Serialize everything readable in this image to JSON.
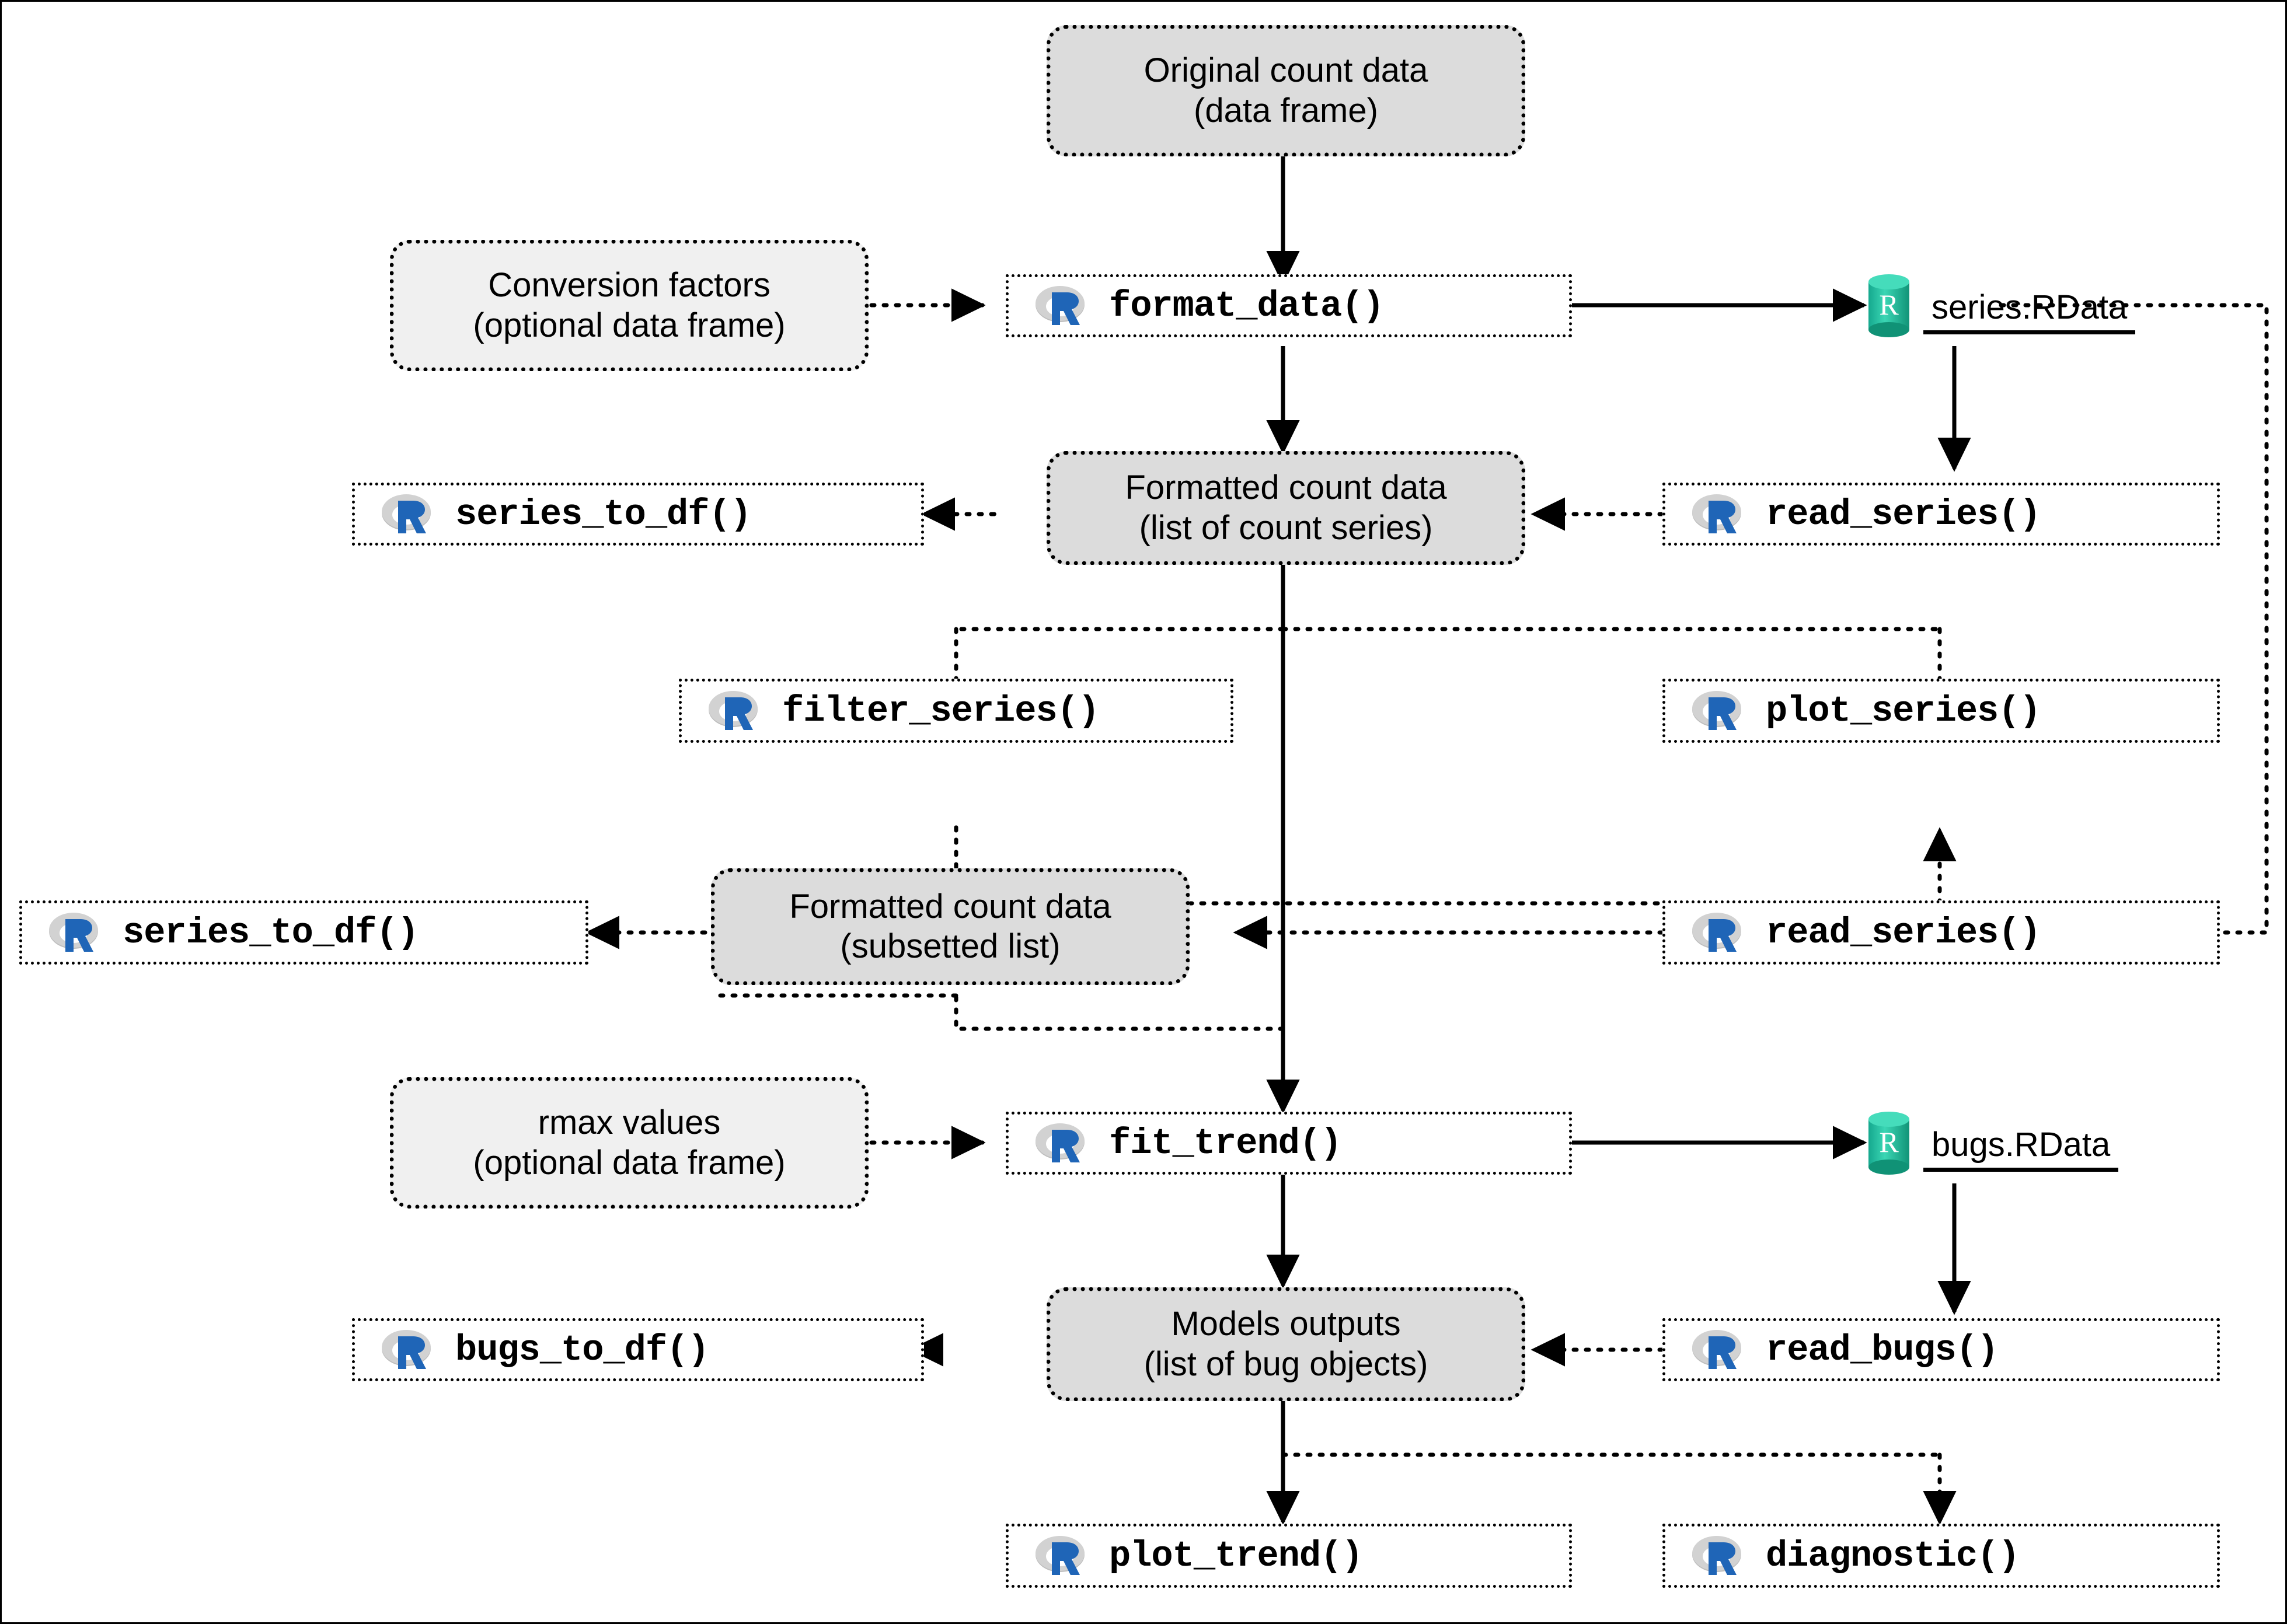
{
  "diagram": {
    "title": "R package workflow for count series trend fitting",
    "palette": {
      "data_fill_dark": "#dcdcdc",
      "data_fill_light": "#f0f0f0",
      "fn_fill": "#ffffff",
      "stroke": "#000000",
      "r_logo_blue": "#1f65b7",
      "r_logo_gray": "#b0b0b0",
      "rdata_teal": "#1fb299"
    },
    "nodes": [
      {
        "id": "original_count_data",
        "kind": "data",
        "shade": "dark",
        "line1": "Original count data",
        "line2": "(data frame)"
      },
      {
        "id": "conversion_factors",
        "kind": "data",
        "shade": "light",
        "line1": "Conversion factors",
        "line2": "(optional data frame)"
      },
      {
        "id": "format_data",
        "kind": "fn",
        "icon": "r-logo-icon",
        "label": "format_data()"
      },
      {
        "id": "series_rdata",
        "kind": "file",
        "icon": "rdata-database-icon",
        "label": "series.RData"
      },
      {
        "id": "formatted_count_list",
        "kind": "data",
        "shade": "dark",
        "line1": "Formatted count data",
        "line2": "(list of count series)"
      },
      {
        "id": "series_to_df_top",
        "kind": "fn",
        "icon": "r-logo-icon",
        "label": "series_to_df()"
      },
      {
        "id": "read_series_top",
        "kind": "fn",
        "icon": "r-logo-icon",
        "label": "read_series()"
      },
      {
        "id": "filter_series",
        "kind": "fn",
        "icon": "r-logo-icon",
        "label": "filter_series()"
      },
      {
        "id": "plot_series",
        "kind": "fn",
        "icon": "r-logo-icon",
        "label": "plot_series()"
      },
      {
        "id": "formatted_count_subset",
        "kind": "data",
        "shade": "dark",
        "line1": "Formatted count data",
        "line2": "(subsetted list)"
      },
      {
        "id": "series_to_df_mid",
        "kind": "fn",
        "icon": "r-logo-icon",
        "label": "series_to_df()"
      },
      {
        "id": "read_series_mid",
        "kind": "fn",
        "icon": "r-logo-icon",
        "label": "read_series()"
      },
      {
        "id": "rmax_values",
        "kind": "data",
        "shade": "light",
        "line1": "rmax values",
        "line2": "(optional data frame)"
      },
      {
        "id": "fit_trend",
        "kind": "fn",
        "icon": "r-logo-icon",
        "label": "fit_trend()"
      },
      {
        "id": "bugs_rdata",
        "kind": "file",
        "icon": "rdata-database-icon",
        "label": "bugs.RData"
      },
      {
        "id": "models_outputs",
        "kind": "data",
        "shade": "dark",
        "line1": "Models outputs",
        "line2": "(list of bug objects)"
      },
      {
        "id": "bugs_to_df",
        "kind": "fn",
        "icon": "r-logo-icon",
        "label": "bugs_to_df()"
      },
      {
        "id": "read_bugs",
        "kind": "fn",
        "icon": "r-logo-icon",
        "label": "read_bugs()"
      },
      {
        "id": "plot_trend",
        "kind": "fn",
        "icon": "r-logo-icon",
        "label": "plot_trend()"
      },
      {
        "id": "diagnostic",
        "kind": "fn",
        "icon": "r-logo-icon",
        "label": "diagnostic()"
      }
    ],
    "edges": [
      {
        "from": "original_count_data",
        "to": "format_data",
        "style": "solid"
      },
      {
        "from": "conversion_factors",
        "to": "format_data",
        "style": "dotted"
      },
      {
        "from": "format_data",
        "to": "series_rdata",
        "style": "solid"
      },
      {
        "from": "format_data",
        "to": "formatted_count_list",
        "style": "solid"
      },
      {
        "from": "series_rdata",
        "to": "read_series_top",
        "style": "solid"
      },
      {
        "from": "series_rdata",
        "to": "read_series_mid",
        "style": "dotted"
      },
      {
        "from": "read_series_top",
        "to": "formatted_count_list",
        "style": "dotted"
      },
      {
        "from": "formatted_count_list",
        "to": "series_to_df_top",
        "style": "dotted"
      },
      {
        "from": "formatted_count_list",
        "to": "filter_series",
        "style": "dotted"
      },
      {
        "from": "formatted_count_list",
        "to": "plot_series",
        "style": "dotted"
      },
      {
        "from": "formatted_count_list",
        "to": "fit_trend",
        "style": "solid"
      },
      {
        "from": "filter_series",
        "to": "formatted_count_subset",
        "style": "dotted"
      },
      {
        "from": "formatted_count_subset",
        "to": "series_to_df_mid",
        "style": "dotted"
      },
      {
        "from": "formatted_count_subset",
        "to": "plot_series",
        "style": "dotted"
      },
      {
        "from": "formatted_count_subset",
        "to": "fit_trend",
        "style": "dotted"
      },
      {
        "from": "read_series_mid",
        "to": "formatted_count_subset",
        "style": "dotted"
      },
      {
        "from": "rmax_values",
        "to": "fit_trend",
        "style": "dotted"
      },
      {
        "from": "fit_trend",
        "to": "bugs_rdata",
        "style": "solid"
      },
      {
        "from": "fit_trend",
        "to": "models_outputs",
        "style": "solid"
      },
      {
        "from": "bugs_rdata",
        "to": "read_bugs",
        "style": "solid"
      },
      {
        "from": "read_bugs",
        "to": "models_outputs",
        "style": "dotted"
      },
      {
        "from": "models_outputs",
        "to": "bugs_to_df",
        "style": "dotted"
      },
      {
        "from": "models_outputs",
        "to": "plot_trend",
        "style": "solid"
      },
      {
        "from": "models_outputs",
        "to": "diagnostic",
        "style": "dotted"
      }
    ]
  }
}
